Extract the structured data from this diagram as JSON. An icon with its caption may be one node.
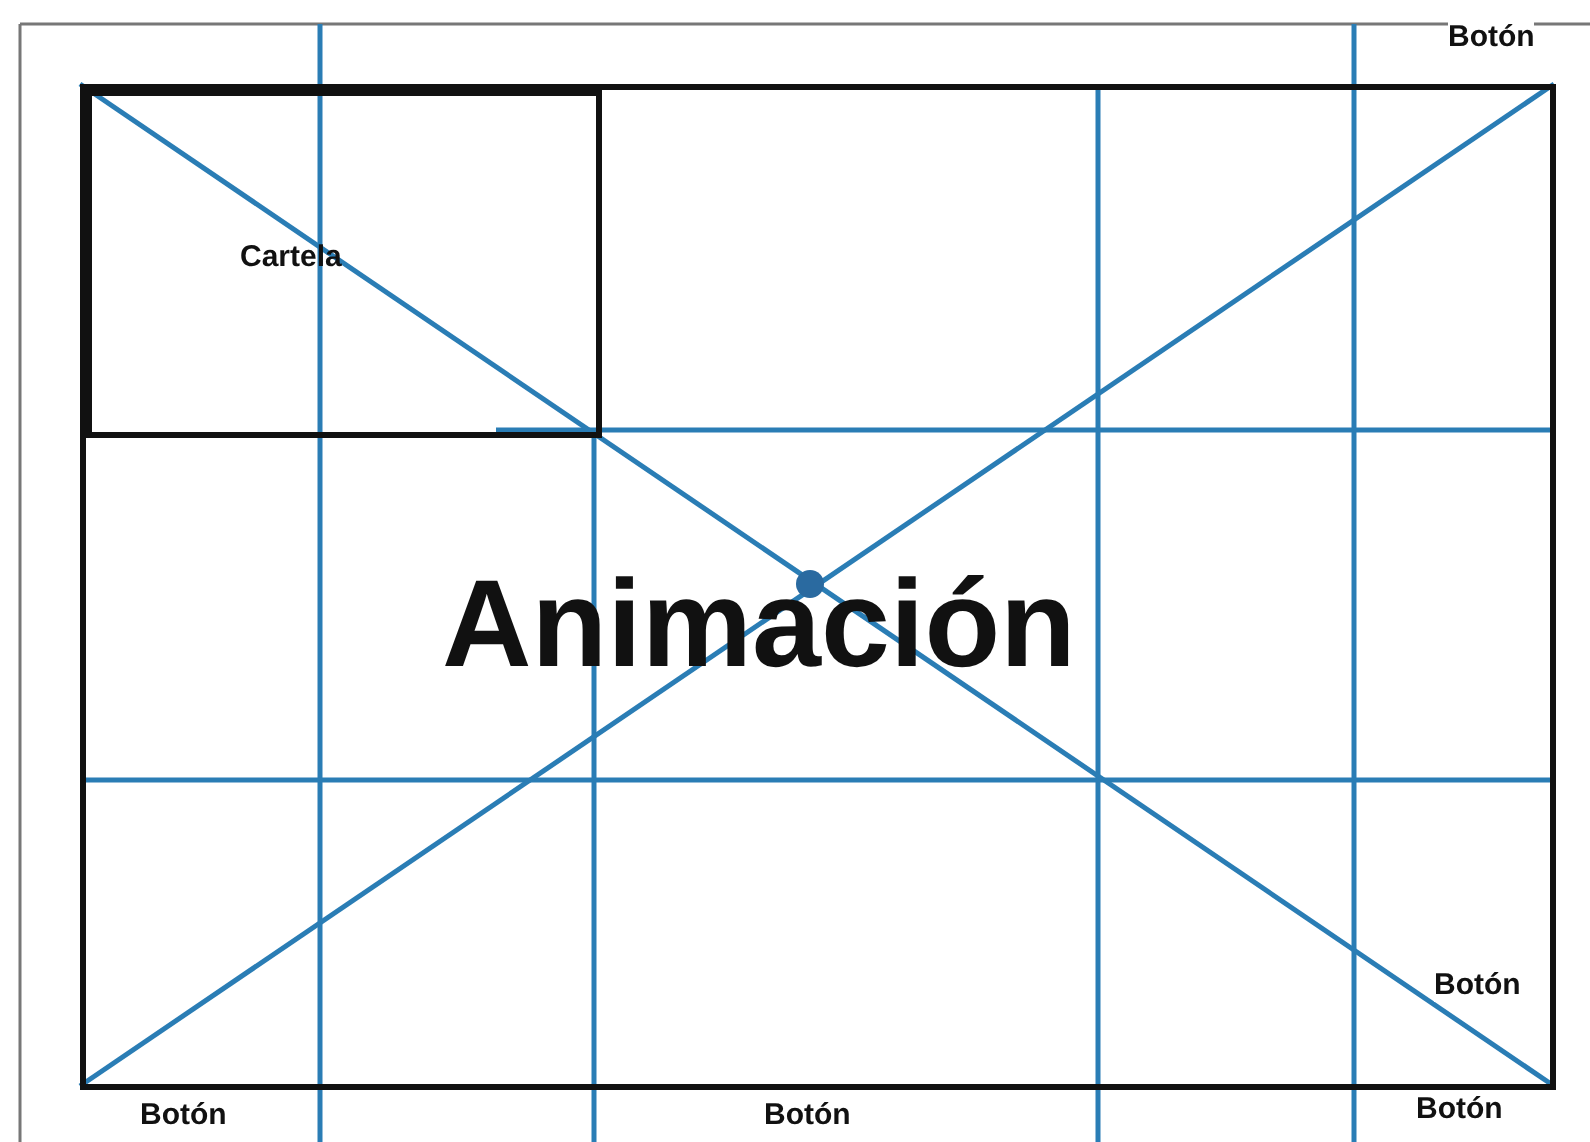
{
  "diagram": {
    "nodes": [
      {
        "text": [
          "Animación"
        ]
      },
      {
        "text": [
          "Cartela"
        ],
        "in": 0
      }
    ],
    "labels": [
      "Botón",
      "Botón",
      "Botón",
      "Botón",
      "Botón"
    ]
  }
}
